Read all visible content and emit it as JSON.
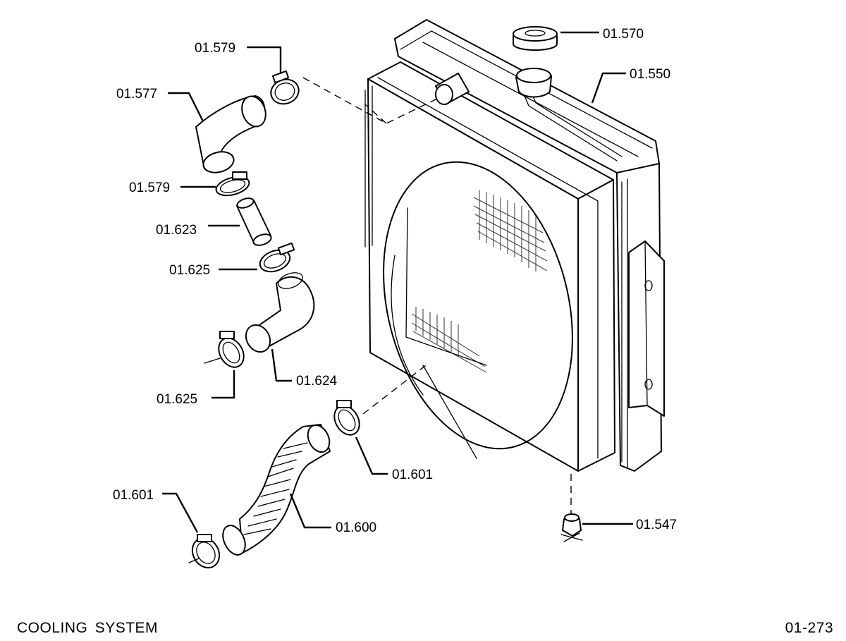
{
  "title": "COOLING SYSTEM",
  "page_number": "01-273",
  "parts": {
    "cap": "01.570",
    "radiator": "01.550",
    "clamp_top": "01.579",
    "upper_elbow_hose": "01.577",
    "clamp_second": "01.579",
    "straight_hose": "01.623",
    "clamp_third": "01.625",
    "lower_elbow_hose": "01.624",
    "clamp_fourth": "01.625",
    "clamp_flex_right": "01.601",
    "flex_hose": "01.600",
    "clamp_flex_left": "01.601",
    "drain_cock": "01.547"
  }
}
